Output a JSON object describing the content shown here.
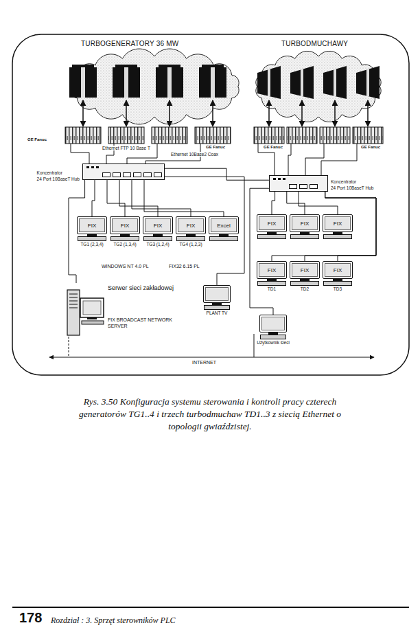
{
  "diagram": {
    "caption": "Rys. 3.50 Konfiguracja systemu sterowania i kontroli pracy czterech generatorów TG1..4 i trzech turbodmuchaw TD1..3 z siecią Ethernet o topologii gwiaździstej.",
    "nodes": [
      {
        "text": [
          "TURBOGENERATORY 36 MW"
        ]
      },
      {
        "text": [
          "TURBODMUCHAWY"
        ]
      },
      {
        "text": [
          "Koncentrator",
          "24 Port 10BaseT Hub"
        ]
      },
      {
        "text": [
          "Koncentrator",
          "24 Port 10BaseT Hub"
        ]
      },
      {
        "text": [
          "FIX",
          "TG1 (2,3,4)"
        ]
      },
      {
        "text": [
          "FIX",
          "TG2 (1,3,4)"
        ]
      },
      {
        "text": [
          "FIX",
          "TG3 (1,2,4)"
        ]
      },
      {
        "text": [
          "FIX",
          "TG4 (1,2,3)"
        ]
      },
      {
        "text": [
          "Excel"
        ]
      },
      {
        "text": [
          "FIX"
        ]
      },
      {
        "text": [
          "FIX"
        ]
      },
      {
        "text": [
          "FIX"
        ]
      },
      {
        "text": [
          "FIX",
          "TD1"
        ]
      },
      {
        "text": [
          "FIX",
          "TD2"
        ]
      },
      {
        "text": [
          "FIX",
          "TD3"
        ]
      },
      {
        "text": [
          "Serwer sieci zakładowej",
          "FIX BROADCAST NETWORK SERVER"
        ]
      },
      {
        "text": [
          "PLANT TV"
        ]
      },
      {
        "text": [
          "Użytkownik sieci"
        ]
      }
    ],
    "edges": [
      {
        "from": 2,
        "to": 4,
        "arrow": "none"
      },
      {
        "from": 2,
        "to": 5,
        "arrow": "none"
      },
      {
        "from": 2,
        "to": 6,
        "arrow": "none"
      },
      {
        "from": 2,
        "to": 7,
        "arrow": "none"
      },
      {
        "from": 2,
        "to": 8,
        "arrow": "none"
      },
      {
        "from": 2,
        "to": 3,
        "arrow": "none"
      },
      {
        "from": 2,
        "to": 15,
        "arrow": "none"
      },
      {
        "from": 2,
        "to": 16,
        "arrow": "none"
      },
      {
        "from": 3,
        "to": 9,
        "arrow": "none"
      },
      {
        "from": 3,
        "to": 10,
        "arrow": "none"
      },
      {
        "from": 3,
        "to": 11,
        "arrow": "none"
      },
      {
        "from": 3,
        "to": 12,
        "arrow": "none"
      },
      {
        "from": 3,
        "to": 13,
        "arrow": "none"
      },
      {
        "from": 3,
        "to": 14,
        "arrow": "none"
      },
      {
        "from": 3,
        "to": 17,
        "arrow": "none"
      }
    ],
    "labels": [
      "GE Fanuc",
      "GE Fanuc",
      "GE Fanuc",
      "GE Fanuc",
      "Ethernet FTP 10 Base T",
      "Ethernet 10Base2 Coax",
      "WINDOWS NT 4.0 PL",
      "FIX32 6.15 PL",
      "INTERNET",
      "178",
      "Rozdział : 3. Sprzęt sterowników PLC"
    ]
  }
}
